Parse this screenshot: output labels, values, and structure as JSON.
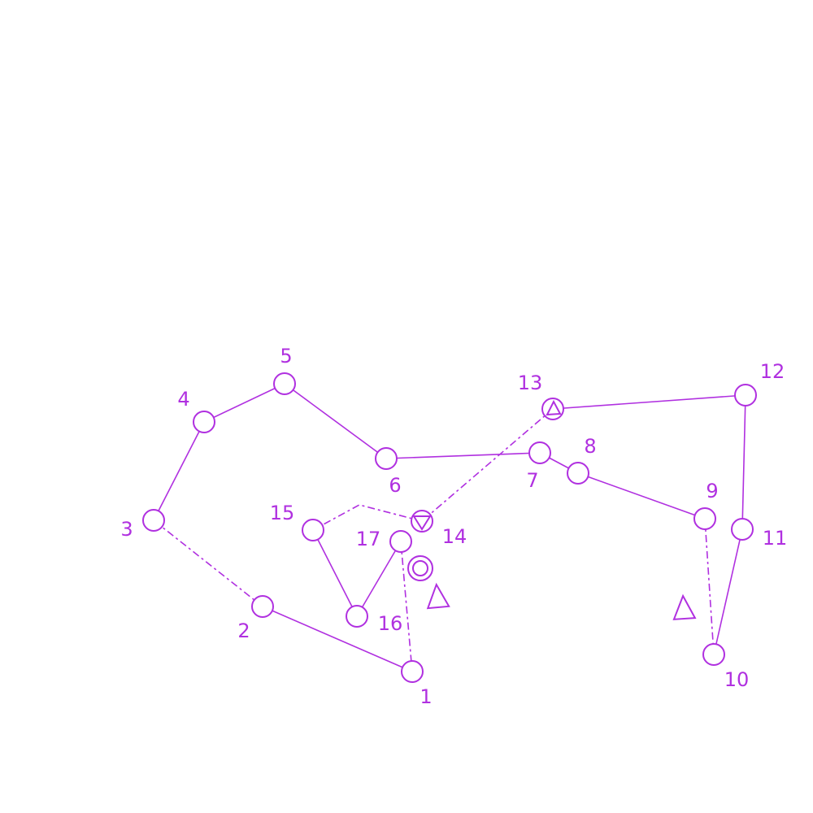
{
  "style": {
    "color": "#b030e0"
  },
  "nodes": [
    {
      "id": "1",
      "label": "1"
    },
    {
      "id": "2",
      "label": "2"
    },
    {
      "id": "3",
      "label": "3"
    },
    {
      "id": "4",
      "label": "4"
    },
    {
      "id": "5",
      "label": "5"
    },
    {
      "id": "6",
      "label": "6"
    },
    {
      "id": "7",
      "label": "7"
    },
    {
      "id": "8",
      "label": "8"
    },
    {
      "id": "9",
      "label": "9"
    },
    {
      "id": "10",
      "label": "10"
    },
    {
      "id": "11",
      "label": "11"
    },
    {
      "id": "12",
      "label": "12"
    },
    {
      "id": "13",
      "label": "13"
    },
    {
      "id": "14",
      "label": "14"
    },
    {
      "id": "15",
      "label": "15"
    },
    {
      "id": "16",
      "label": "16"
    },
    {
      "id": "17",
      "label": "17"
    }
  ],
  "edges": [
    {
      "from": "1",
      "to": "2",
      "style": "solid"
    },
    {
      "from": "2",
      "to": "3",
      "style": "dashed"
    },
    {
      "from": "3",
      "to": "4",
      "style": "solid"
    },
    {
      "from": "4",
      "to": "5",
      "style": "solid"
    },
    {
      "from": "5",
      "to": "6",
      "style": "solid"
    },
    {
      "from": "6",
      "to": "7",
      "style": "solid"
    },
    {
      "from": "7",
      "to": "8",
      "style": "solid"
    },
    {
      "from": "8",
      "to": "9",
      "style": "solid"
    },
    {
      "from": "9",
      "to": "10",
      "style": "dashed",
      "arrow": "triangle"
    },
    {
      "from": "10",
      "to": "11",
      "style": "solid"
    },
    {
      "from": "11",
      "to": "12",
      "style": "solid"
    },
    {
      "from": "12",
      "to": "13",
      "style": "solid"
    },
    {
      "from": "13",
      "to": "14",
      "style": "dashed"
    },
    {
      "from": "14",
      "to": "15",
      "style": "dashed"
    },
    {
      "from": "15",
      "to": "16",
      "style": "solid"
    },
    {
      "from": "16",
      "to": "17",
      "style": "solid"
    },
    {
      "from": "17",
      "to": "1",
      "style": "dashed",
      "arrow": "triangle"
    }
  ],
  "markers": {
    "start": "double-circle",
    "end": "triangle-in-circle"
  }
}
